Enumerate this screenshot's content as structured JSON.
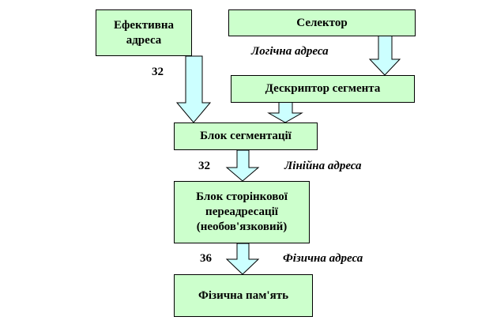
{
  "colors": {
    "box_fill": "#ccffcc",
    "arrow_fill": "#ccffff",
    "outline": "#000000"
  },
  "boxes": {
    "effective_address": "Ефективна\nадреса",
    "selector": "Селектор",
    "segment_descriptor": "Дескриптор сегмента",
    "segmentation_unit": "Блок сегментації",
    "paging_unit": "Блок сторінкової\nпереадресації\n(необов'язковий)",
    "physical_memory": "Фізична пам'ять"
  },
  "labels": {
    "effective_width": "32",
    "logical_address": "Логічна адреса",
    "linear_width": "32",
    "linear_address": "Лінійна адреса",
    "physical_width": "36",
    "physical_address": "Фізична адреса"
  },
  "arrows": [
    {
      "name": "arrow-effective-to-segmentation"
    },
    {
      "name": "arrow-selector-to-descriptor"
    },
    {
      "name": "arrow-descriptor-to-segmentation"
    },
    {
      "name": "arrow-segmentation-to-paging"
    },
    {
      "name": "arrow-paging-to-memory"
    }
  ]
}
